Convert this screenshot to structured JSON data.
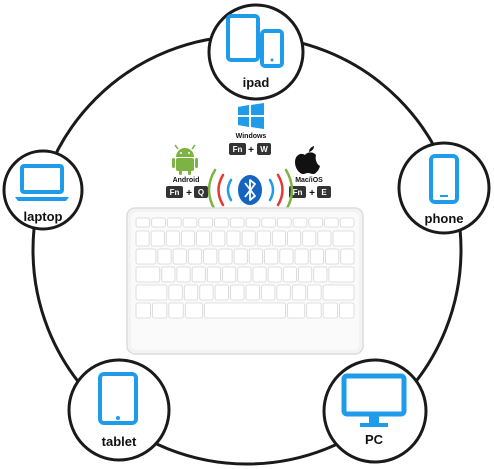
{
  "devices": {
    "ipad": {
      "label": "ipad",
      "icon": "tablet-phone-icon"
    },
    "laptop": {
      "label": "laptop",
      "icon": "laptop-icon"
    },
    "phone": {
      "label": "phone",
      "icon": "phone-icon"
    },
    "tablet": {
      "label": "tablet",
      "icon": "tablet-icon"
    },
    "pc": {
      "label": "PC",
      "icon": "monitor-icon"
    }
  },
  "os_shortcuts": {
    "windows": {
      "name": "Windows",
      "key1": "Fn",
      "key2": "W",
      "icon": "windows-logo-icon"
    },
    "android": {
      "name": "Android",
      "key1": "Fn",
      "key2": "Q",
      "icon": "android-robot-icon"
    },
    "mac": {
      "name": "Mac/iOS",
      "key1": "Fn",
      "key2": "E",
      "icon": "apple-logo-icon"
    }
  },
  "plus_sign": "+",
  "colors": {
    "accent": "#1e9be9",
    "outline": "#111111",
    "key_bg": "#333333"
  },
  "center_icon": "bluetooth-icon",
  "keyboard_image": "white-bluetooth-keyboard"
}
